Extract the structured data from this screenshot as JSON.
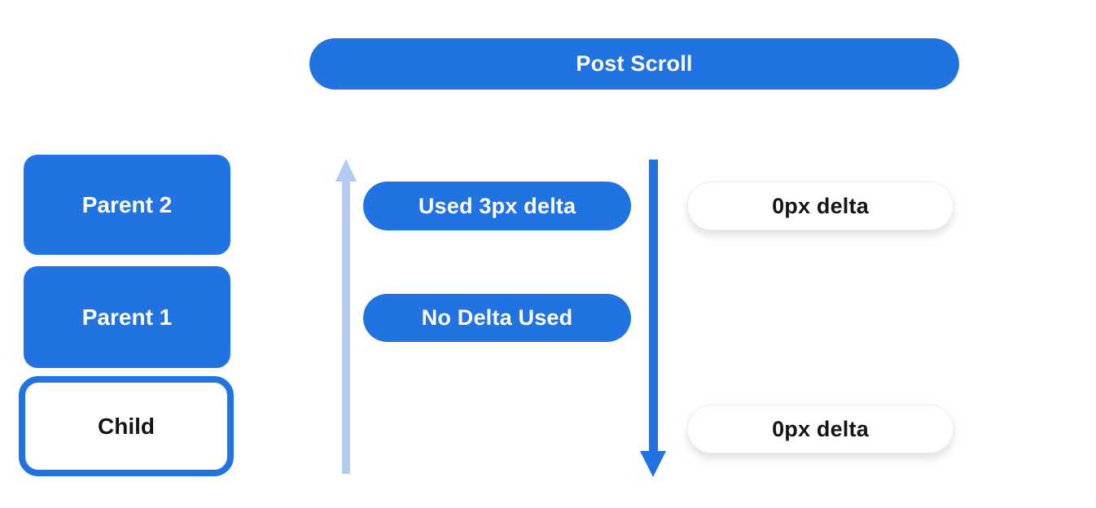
{
  "header": {
    "label": "Post Scroll"
  },
  "stack": {
    "parent2_label": "Parent 2",
    "parent1_label": "Parent 1",
    "child_label": "Child"
  },
  "annotations": {
    "used_delta_label": "Used 3px delta",
    "no_delta_label": "No Delta Used",
    "top_zero_delta_label": "0px delta",
    "bottom_zero_delta_label": "0px delta"
  },
  "icons": {
    "up_arrow": "scroll-up-arrow",
    "down_arrow": "scroll-down-arrow"
  },
  "colors": {
    "accent_blue": "#2173e2",
    "light_blue": "#b3caf2",
    "pill_white": "#ffffff",
    "text_on_blue": "#ffffff",
    "text_dark": "#161616"
  }
}
